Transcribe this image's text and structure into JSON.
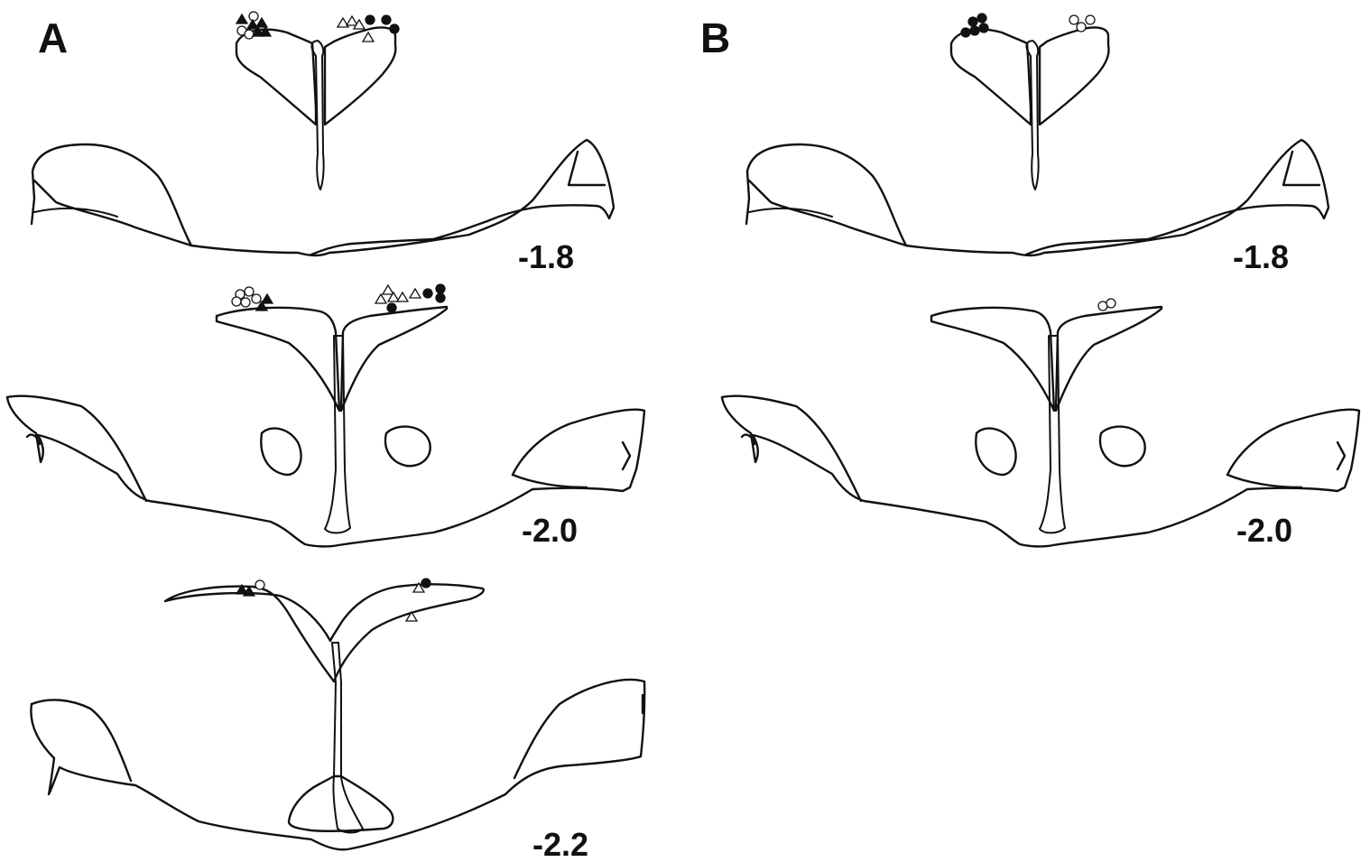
{
  "panels": [
    {
      "label": "A",
      "sections": [
        {
          "level": "-1.8"
        },
        {
          "level": "-2.0"
        },
        {
          "level": "-2.2"
        }
      ]
    },
    {
      "label": "B",
      "sections": [
        {
          "level": "-1.8"
        },
        {
          "level": "-2.0"
        }
      ]
    }
  ],
  "marker_types": {
    "open-circle": {
      "fill": "#ffffff",
      "shape": "circle"
    },
    "filled-circle": {
      "fill": "#111111",
      "shape": "circle"
    },
    "open-triangle": {
      "fill": "#ffffff",
      "shape": "triangle"
    },
    "filled-triangle": {
      "fill": "#111111",
      "shape": "triangle"
    }
  },
  "colors": {
    "line": "#111111",
    "background": "#ffffff"
  }
}
